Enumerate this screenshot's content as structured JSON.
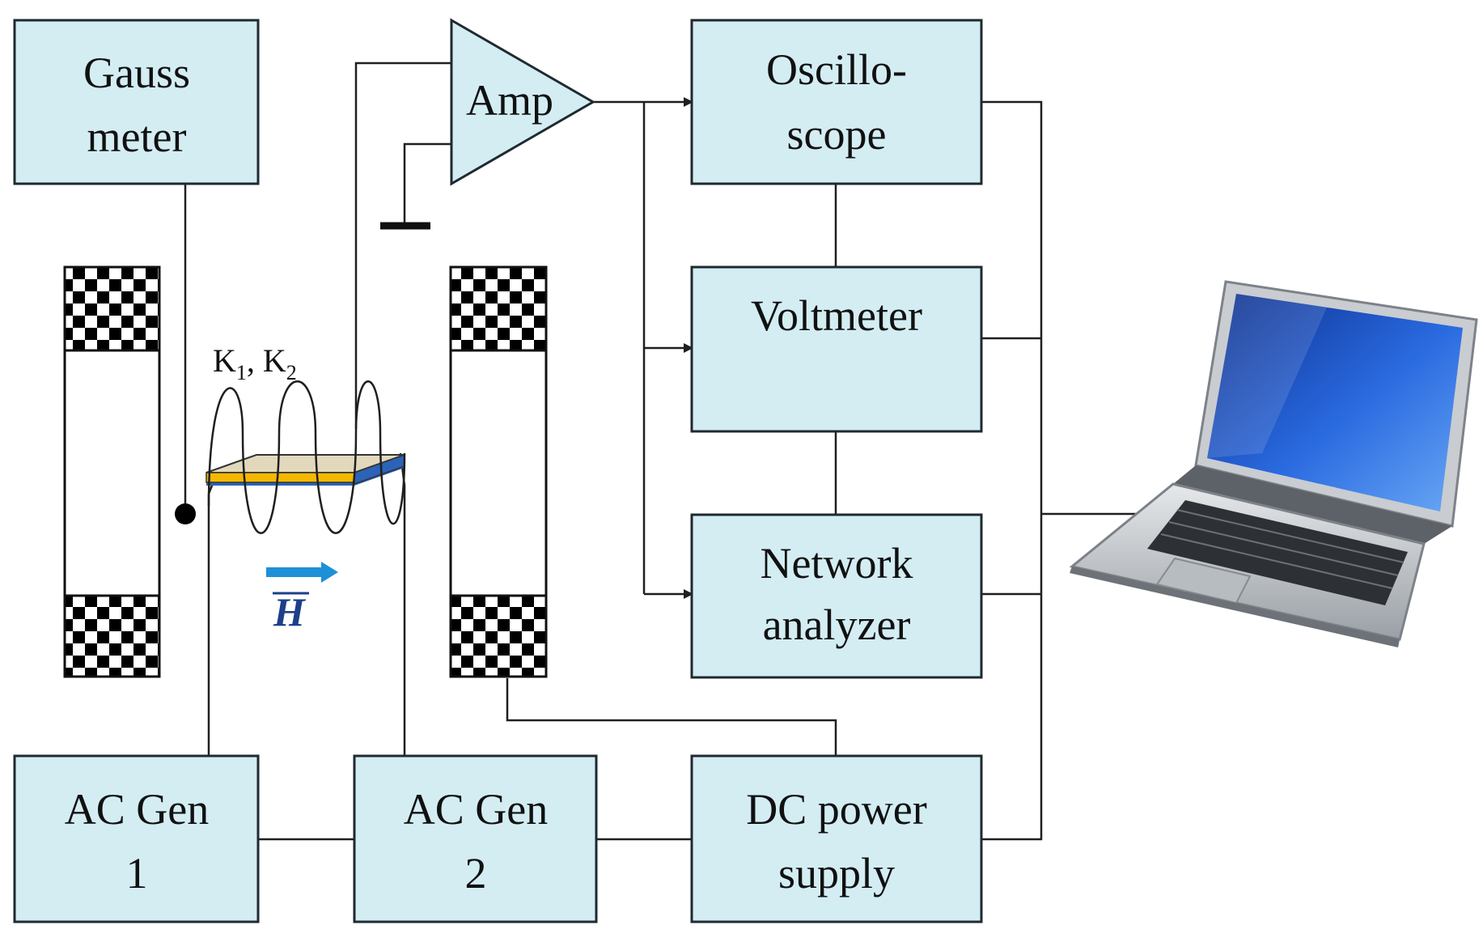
{
  "blocks": {
    "gauss_meter": {
      "line1": "Gauss",
      "line2": "meter"
    },
    "amp": "Amp",
    "oscilloscope": {
      "line1": "Oscillo-",
      "line2": "scope"
    },
    "voltmeter": "Voltmeter",
    "network_analyzer": {
      "line1": "Network",
      "line2": "analyzer"
    },
    "ac_gen_1": {
      "line1": "AC Gen",
      "line2": "1"
    },
    "ac_gen_2": {
      "line1": "AC Gen",
      "line2": "2"
    },
    "dc_power_supply": {
      "line1": "DC power",
      "line2": "supply"
    }
  },
  "sample": {
    "label": "K",
    "sub1": "1",
    "sep": ", K",
    "sub2": "2"
  },
  "field": {
    "symbol": "H"
  },
  "colors": {
    "box_fill": "#d3edf3",
    "sample_top": "#e2d9bd",
    "sample_gold": "#f5b800",
    "sample_blue": "#2b63b8",
    "arrow": "#1e90d8",
    "screen": "#1d55c9"
  },
  "icons": {
    "laptop": "laptop-icon",
    "ground": "ground-icon",
    "helmholtz_coil": "coil-icon"
  }
}
